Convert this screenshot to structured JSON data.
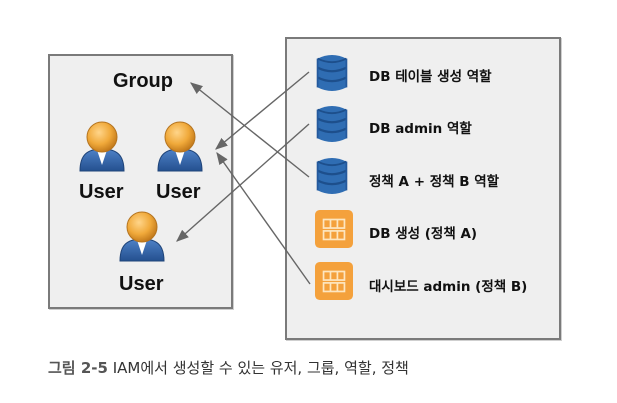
{
  "group": {
    "label": "Group"
  },
  "users": [
    {
      "label": "User"
    },
    {
      "label": "User"
    },
    {
      "label": "User"
    }
  ],
  "roles": [
    {
      "label": "DB 테이블 생성 역할",
      "icon": "database-icon"
    },
    {
      "label": "DB admin 역할",
      "icon": "database-icon"
    },
    {
      "label": "정책 A + 정책 B 역할",
      "icon": "database-icon"
    }
  ],
  "policies": [
    {
      "label": "DB 생성 (정책 A)",
      "icon": "policy-grid-icon"
    },
    {
      "label": "대시보드 admin (정책 B)",
      "icon": "policy-grid-icon"
    }
  ],
  "connections": [
    {
      "from": "DB 테이블 생성 역할",
      "to": "User (2)"
    },
    {
      "from": "DB admin 역할",
      "to": "User (3)"
    },
    {
      "from": "정책 A + 정책 B 역할",
      "to": "Group"
    },
    {
      "from": "대시보드 admin (정책 B)",
      "to": "User (2)"
    }
  ],
  "colors": {
    "db_blue": "#2f6db3",
    "policy_orange": "#f4a13c",
    "user_head": "#f0a93a",
    "user_body": "#2f5fa5",
    "arrow": "#666666"
  },
  "caption": {
    "figure_number": "그림 2-5",
    "text": "IAM에서 생성할 수 있는 유저, 그룹, 역할, 정책"
  }
}
